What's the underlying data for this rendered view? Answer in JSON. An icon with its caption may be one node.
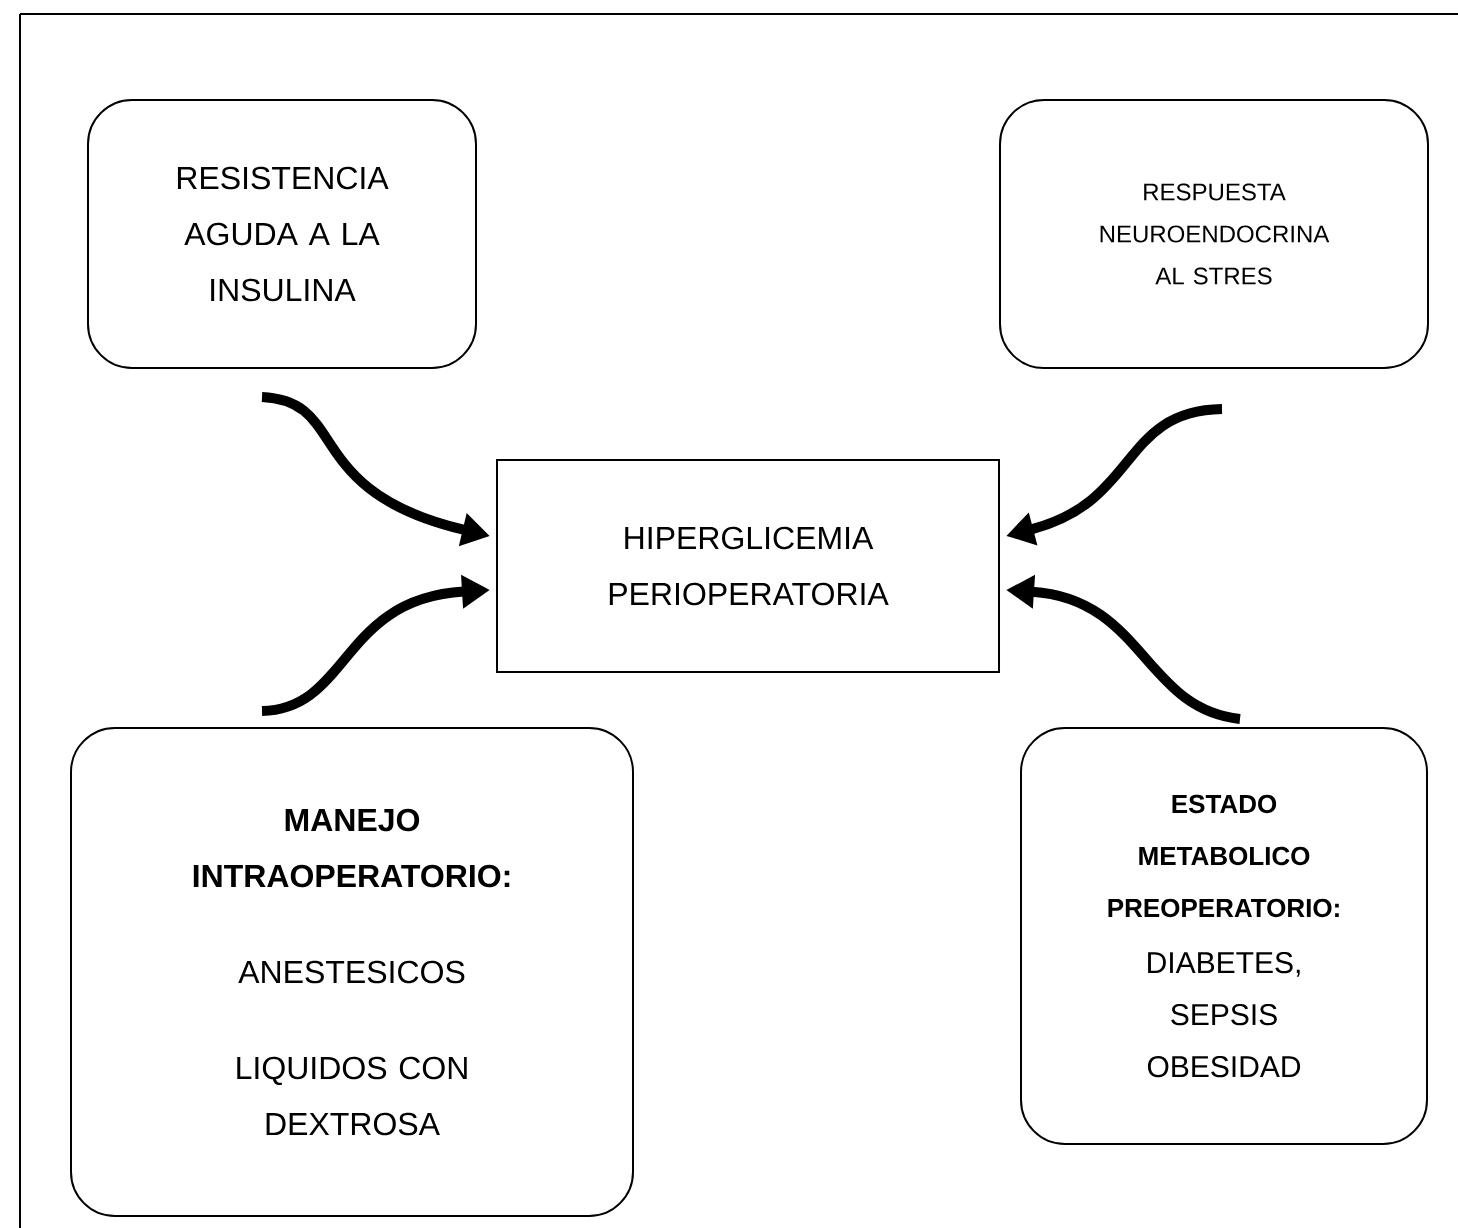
{
  "diagram": {
    "nodes": [
      {
        "text": [
          "RESISTENCIA AGUDA A LA INSULINA"
        ]
      },
      {
        "text": [
          "RESPUESTA NEUROENDOCRINA AL STRES"
        ]
      },
      {
        "text": [
          "HIPERGLICEMIA PERIOPERATORIA"
        ]
      },
      {
        "text": [
          "MANEJO INTRAOPERATORIO:",
          "ANESTESICOS",
          "LIQUIDOS CON DEXTROSA"
        ]
      },
      {
        "text": [
          "ESTADO METABOLICO PREOPERATORIO:",
          "DIABETES, SEPSIS OBESIDAD"
        ]
      }
    ],
    "edges": [
      {
        "from": 0,
        "to": 2,
        "arrow": "to"
      },
      {
        "from": 1,
        "to": 2,
        "arrow": "to"
      },
      {
        "from": 3,
        "to": 2,
        "arrow": "to"
      },
      {
        "from": 4,
        "to": 2,
        "arrow": "to"
      }
    ]
  }
}
